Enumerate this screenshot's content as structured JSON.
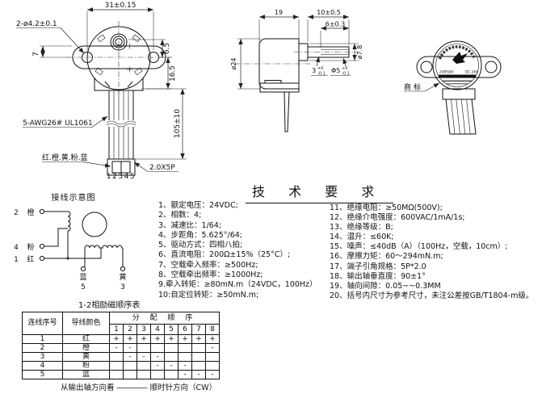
{
  "front_view": {
    "dim_width_top": "31±0.15",
    "dim_holes": "2-ø4.2±0.1",
    "dim_left7": "7",
    "dim_right65": "6.5",
    "dim_right165": "16.5",
    "dim_wire_len": "105±10",
    "wire_spec": "5-AWG26# UL1061",
    "wire_colors": "红.橙.黄.粉.蓝",
    "pin_numbers": "12345",
    "connector": "2.0X5P"
  },
  "side_view": {
    "dim_len19": "19",
    "dim_len10": "10±0.5",
    "dim_len6": "6±0.3",
    "dim_dia24": "ø24",
    "dim_dia78": "ø7.8",
    "flat_val": "3",
    "flat_tol_up": "+0",
    "flat_tol_dn": "-0.1",
    "shaft_val": "Φ5",
    "shaft_tol_up": "+0",
    "shaft_tol_dn": "-0.1"
  },
  "trademark": {
    "callout": "商标",
    "model": "24BYJ48",
    "voltage": "DC 24V"
  },
  "wiring": {
    "title": "接线示意图",
    "t2num": "2",
    "t2col": "橙",
    "t4num": "4",
    "t4col": "粉",
    "t1num": "1",
    "t1col": "红",
    "t5col": "蓝",
    "t5num": "5",
    "t3col": "黄",
    "t3num": "3",
    "caption": "1-2相励磁顺序表"
  },
  "tech": {
    "title": "技 术 要 求",
    "left": [
      "1、额定电压：24VDC;",
      "2、相数：4;",
      "3、减速比：1/64;",
      "4、步距角：5.625°/64;",
      "5、驱动方式：四相八拍;",
      "6、直流电阻：200Ω±15%（25°C）;",
      "7、空载牵入频率：≥500Hz;",
      "8、空载牵出频率：≥1000Hz;",
      "9.牵入转矩：≥80mN.m（24VDC，100Hz）",
      "10:自定位转矩：≥50mN.m;"
    ],
    "right": [
      "11、绝缘电阻：≥50MΩ(500V);",
      "12、绝缘介电强度：600VAC/1mA/1s;",
      "13、绝缘等级：B;",
      "14、温升：≤60K;",
      "15、噪声：≤40dB（A）（100Hz，空载，10cm）;",
      "16、摩擦力矩：60～294mN.m;",
      "17、端子引角规格：5P*2.0",
      "18、输出轴垂直度：90±1°",
      "19、轴向间隙：0.05~~0.3MM",
      "20、括号内尺寸为参考尺寸，未注公差按GB/T1804-m级。"
    ]
  },
  "table": {
    "h_wire_no": "连线序号",
    "h_wire_color": "导线颜色",
    "h_sequence": "分 配 顺 序",
    "steps": [
      "1",
      "2",
      "3",
      "4",
      "5",
      "6",
      "7",
      "8"
    ],
    "rows": [
      {
        "no": "1",
        "color": "红",
        "cells": [
          "+",
          "+",
          "+",
          "+",
          "+",
          "+",
          "+",
          "+"
        ]
      },
      {
        "no": "2",
        "color": "橙",
        "cells": [
          "-",
          "-",
          "",
          "",
          "",
          "",
          "",
          "-"
        ]
      },
      {
        "no": "3",
        "color": "黄",
        "cells": [
          "",
          "-",
          "-",
          "-",
          "",
          "",
          "",
          ""
        ]
      },
      {
        "no": "4",
        "color": "粉",
        "cells": [
          "",
          "",
          "",
          "-",
          "-",
          "-",
          "",
          ""
        ]
      },
      {
        "no": "5",
        "color": "蓝",
        "cells": [
          "",
          "",
          "",
          "",
          "",
          "-",
          "-",
          "-"
        ]
      }
    ],
    "footer": "从输出轴方向看 ―――― 顺时针方向（CW）"
  }
}
